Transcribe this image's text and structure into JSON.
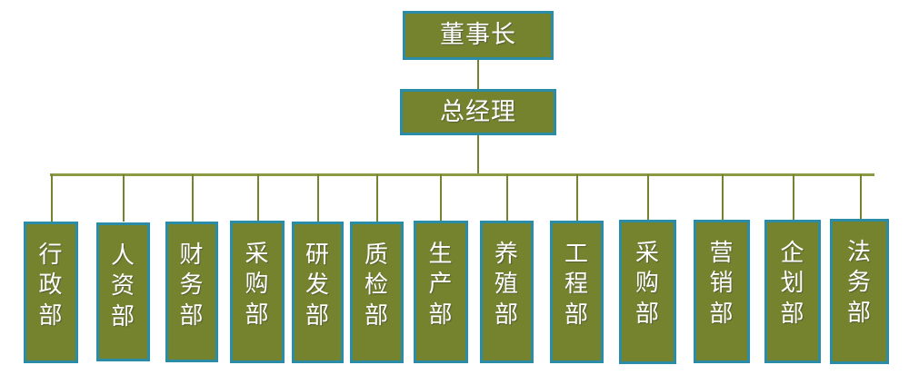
{
  "chart": {
    "type": "org-chart",
    "title": "",
    "orientation": "top-down",
    "colors": {
      "node_fill": "#76832E",
      "node_border": "#2B8CA8",
      "node_text": "#FFFFFF",
      "connector": "#76832E",
      "bus": "#8D9A45",
      "background": "#FFFFFF"
    },
    "levels": [
      {
        "level": 1,
        "nodes": [
          {
            "id": "chairman",
            "label": "董事长",
            "orientation": "horizontal"
          }
        ]
      },
      {
        "level": 2,
        "nodes": [
          {
            "id": "general-manager",
            "label": "总经理",
            "orientation": "horizontal"
          }
        ]
      },
      {
        "level": 3,
        "nodes": [
          {
            "id": "dept-administration",
            "label": "行政部",
            "orientation": "vertical"
          },
          {
            "id": "dept-human-resources",
            "label": "人资部",
            "orientation": "vertical"
          },
          {
            "id": "dept-finance",
            "label": "财务部",
            "orientation": "vertical"
          },
          {
            "id": "dept-procurement-1",
            "label": "采购部",
            "orientation": "vertical"
          },
          {
            "id": "dept-research-development",
            "label": "研发部",
            "orientation": "vertical"
          },
          {
            "id": "dept-quality-inspection",
            "label": "质检部",
            "orientation": "vertical"
          },
          {
            "id": "dept-production",
            "label": "生产部",
            "orientation": "vertical"
          },
          {
            "id": "dept-breeding",
            "label": "养殖部",
            "orientation": "vertical"
          },
          {
            "id": "dept-engineering",
            "label": "工程部",
            "orientation": "vertical"
          },
          {
            "id": "dept-procurement-2",
            "label": "采购部",
            "orientation": "vertical"
          },
          {
            "id": "dept-marketing",
            "label": "营销部",
            "orientation": "vertical"
          },
          {
            "id": "dept-planning",
            "label": "企划部",
            "orientation": "vertical"
          },
          {
            "id": "dept-legal",
            "label": "法务部",
            "orientation": "vertical"
          }
        ]
      }
    ],
    "edges": [
      {
        "from": "chairman",
        "to": "general-manager"
      },
      {
        "from": "general-manager",
        "to": "dept-administration"
      },
      {
        "from": "general-manager",
        "to": "dept-human-resources"
      },
      {
        "from": "general-manager",
        "to": "dept-finance"
      },
      {
        "from": "general-manager",
        "to": "dept-procurement-1"
      },
      {
        "from": "general-manager",
        "to": "dept-research-development"
      },
      {
        "from": "general-manager",
        "to": "dept-quality-inspection"
      },
      {
        "from": "general-manager",
        "to": "dept-production"
      },
      {
        "from": "general-manager",
        "to": "dept-breeding"
      },
      {
        "from": "general-manager",
        "to": "dept-engineering"
      },
      {
        "from": "general-manager",
        "to": "dept-procurement-2"
      },
      {
        "from": "general-manager",
        "to": "dept-marketing"
      },
      {
        "from": "general-manager",
        "to": "dept-planning"
      },
      {
        "from": "general-manager",
        "to": "dept-legal"
      }
    ]
  }
}
